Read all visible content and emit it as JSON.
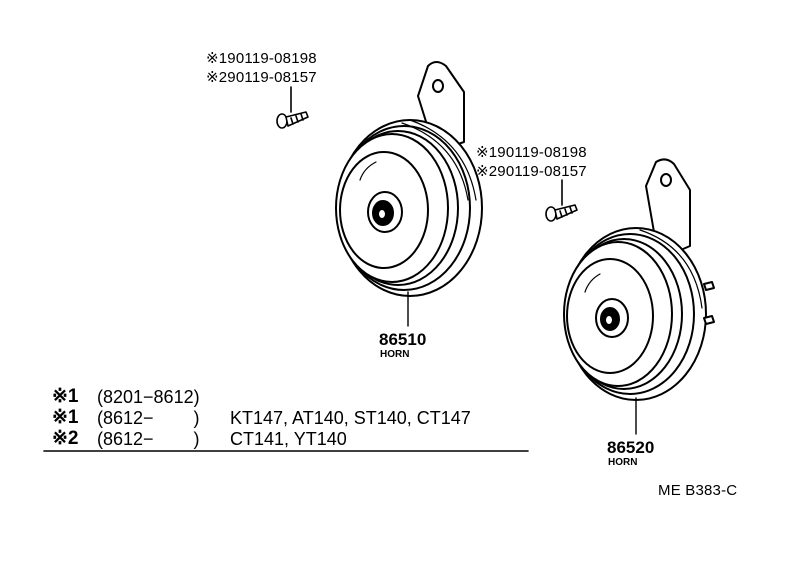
{
  "callouts": {
    "screw_1": {
      "line1": "※190119-08198",
      "line2": "※290119-08157"
    },
    "screw_2": {
      "line1": "※190119-08198",
      "line2": "※290119-08157"
    }
  },
  "parts": [
    {
      "number": "86510",
      "name": "HORN"
    },
    {
      "number": "86520",
      "name": "HORN"
    }
  ],
  "notes": [
    {
      "mark": "※1",
      "range": "(8201−8612)",
      "models": ""
    },
    {
      "mark": "※1",
      "range": "(8612−        )",
      "models": "KT147, AT140, ST140, CT147"
    },
    {
      "mark": "※2",
      "range": "(8612−        )",
      "models": "CT141, YT140"
    }
  ],
  "figure_code": "ME B383-C"
}
